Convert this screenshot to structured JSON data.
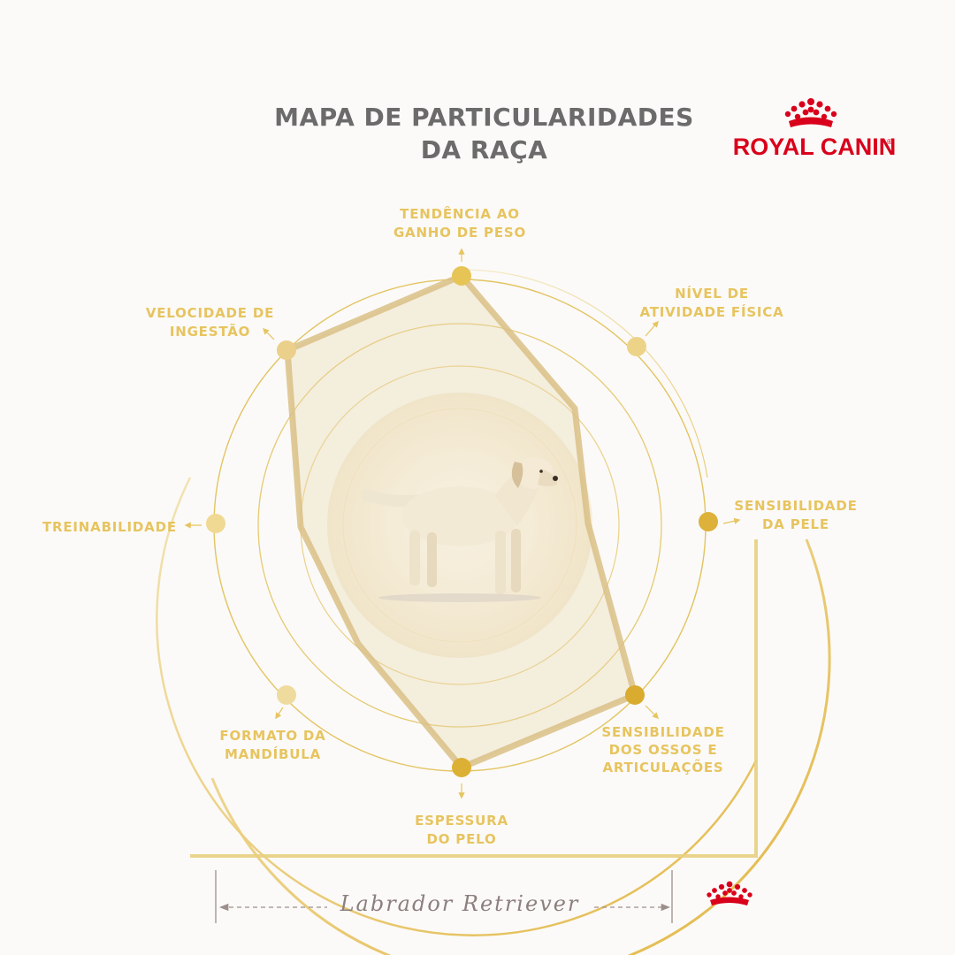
{
  "header": {
    "title_line1": "MAPA DE PARTICULARIDADES",
    "title_line2": "DA RAÇA"
  },
  "brand": {
    "name": "ROYAL CANIN",
    "registered": "®",
    "color": "#d9001b",
    "crown_icon": "crown-icon"
  },
  "diagram": {
    "accent_color": "#e7c45f",
    "marker_color": "#dcb238",
    "polygon_color": "#d9bf86",
    "center_image": "labrador-dog-illustration",
    "traits": [
      {
        "line1": "TENDÊNCIA AO",
        "line2": "GANHO DE PESO"
      },
      {
        "line1": "NÍVEL DE",
        "line2": "ATIVIDADE FÍSICA"
      },
      {
        "line1": "SENSIBILIDADE",
        "line2": "DA PELE"
      },
      {
        "line1": "SENSIBILIDADE",
        "line2": "DOS OSSOS E",
        "line3": "ARTICULAÇÕES"
      },
      {
        "line1": "ESPESSURA",
        "line2": "DO PELO"
      },
      {
        "line1": "FORMATO DA",
        "line2": "MANDÍBULA"
      },
      {
        "line1": "TREINABILIDADE"
      },
      {
        "line1": "VELOCIDADE DE",
        "line2": "INGESTÃO"
      }
    ]
  },
  "footer": {
    "breed_name": "Labrador Retriever",
    "crown_icon": "crown-icon"
  }
}
